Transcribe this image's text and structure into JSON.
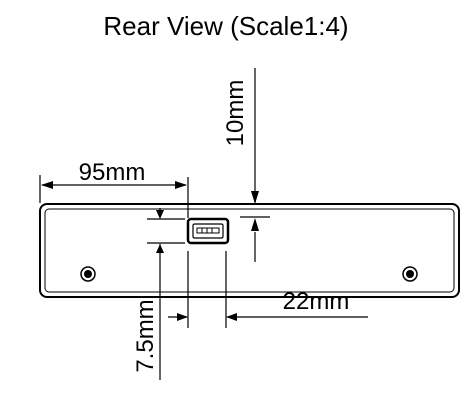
{
  "title": "Rear View (Scale1:4)",
  "dimensions": {
    "top_offset": "10mm",
    "left_offset": "95mm",
    "port_width": "22mm",
    "port_height": "7.5mm"
  },
  "colors": {
    "line": "#000000",
    "background": "#ffffff"
  }
}
